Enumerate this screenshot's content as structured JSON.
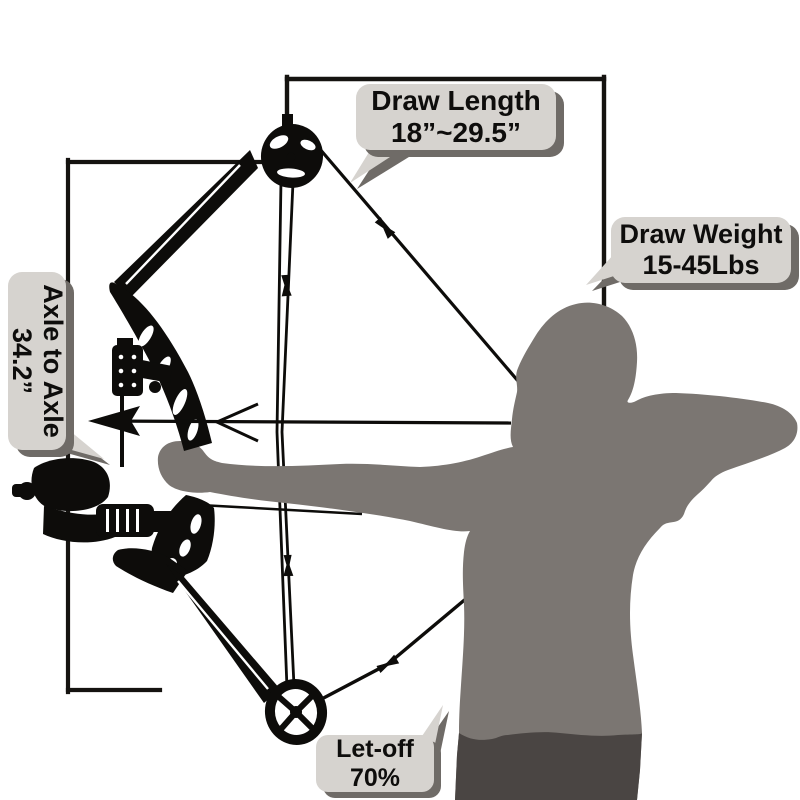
{
  "callouts": {
    "draw_length": {
      "label": "Draw Length",
      "value": "18”~29.5”"
    },
    "draw_weight": {
      "label": "Draw Weight",
      "value": "15-45Lbs"
    },
    "axle_to_axle": {
      "label": "Axle to Axle",
      "value": "34.2”"
    },
    "let_off": {
      "label": "Let-off",
      "value": "70%"
    }
  },
  "colors": {
    "background": "#ffffff",
    "bubble_fill": "#d6d3cf",
    "bubble_shadow": "#6f6b67",
    "callout_text": "#0e0d0c",
    "bow_black": "#0d0c0a",
    "measure_line": "#151310",
    "body_gray": "#7b7672",
    "pants_gray": "#4a4543"
  }
}
